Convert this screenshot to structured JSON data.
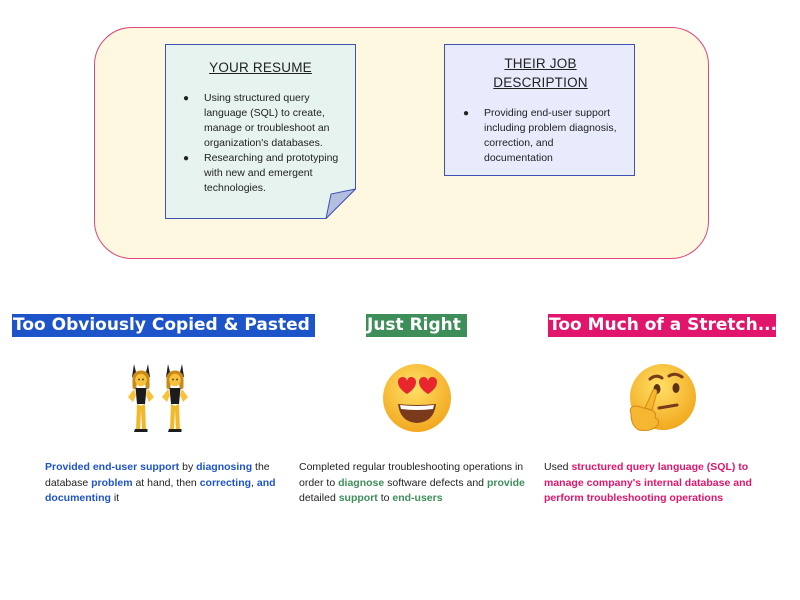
{
  "resume": {
    "title": "YOUR RESUME",
    "bullets": [
      "Using structured query language (SQL) to create, manage or troubleshoot an organization's databases.",
      "Researching and prototyping with new and emergent technologies."
    ]
  },
  "job": {
    "title": "THEIR JOB DESCRIPTION",
    "bullets": [
      "Providing end-user support including problem diagnosis, correction, and documentation"
    ]
  },
  "bullet_char": "●",
  "colors": {
    "copied": "#1e54c9",
    "just_right": "#3e8e5a",
    "stretch": "#e0156b",
    "panel_bg": "#fff8e1",
    "panel_border": "#e0457b"
  },
  "columns": {
    "copied": {
      "heading": "Too Obviously Copied & Pasted",
      "emoji": "dancers-icon",
      "text": {
        "t1": "Provided end-user support",
        "t2": " by ",
        "t3": "diagnosing",
        "t4": " the database ",
        "t5": "problem",
        "t6": " at hand, then ",
        "t7": "correcting",
        "t8": ", ",
        "t9": "and documenting",
        "t10": " it"
      }
    },
    "just_right": {
      "heading": "Just Right",
      "emoji": "heart-eyes-icon",
      "text": {
        "t1": "Completed regular troubleshooting operations in order to ",
        "t2": "diagnose",
        "t3": " software defects and ",
        "t4": "provide",
        "t5": " detailed ",
        "t6": "support",
        "t7": " to ",
        "t8": "end-users"
      }
    },
    "stretch": {
      "heading": "Too Much of a Stretch...",
      "emoji": "thinking-face-icon",
      "text": {
        "t1": "Used ",
        "t2": "structured query language (SQL) to manage company's internal database and perform troubleshooting operations"
      }
    }
  }
}
